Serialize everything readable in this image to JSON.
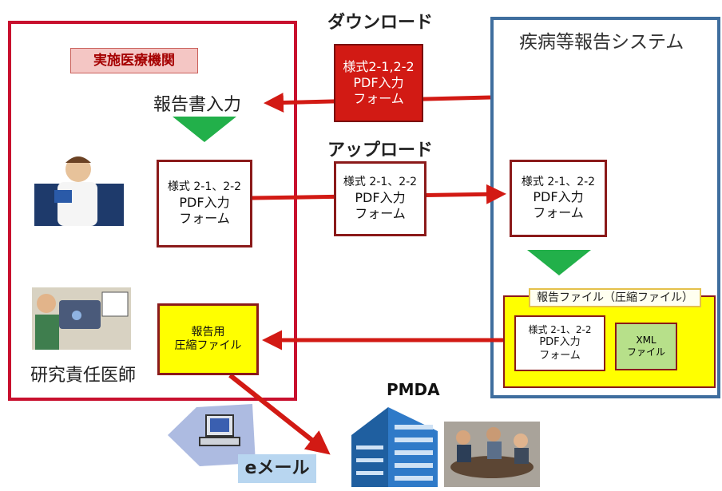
{
  "institution": {
    "title": "実施医療機関",
    "report_entry": "報告書入力",
    "investigator": "研究責任医師"
  },
  "system": {
    "title": "疾病等報告システム"
  },
  "download": {
    "label": "ダウンロード",
    "form_lines": [
      "様式2-1,2-2",
      "PDF入力",
      "フォーム"
    ]
  },
  "upload": {
    "label": "アップロード",
    "form_lines": [
      "様式 2-1、2-2",
      "PDF入力",
      "フォーム"
    ]
  },
  "local_form": {
    "lines": [
      "様式 2-1、2-2",
      "PDF入力",
      "フォーム"
    ]
  },
  "system_form": {
    "lines": [
      "様式 2-1、2-2",
      "PDF入力",
      "フォーム"
    ]
  },
  "report_file": {
    "title": "報告ファイル（圧縮ファイル）",
    "form_lines": [
      "様式 2-1、2-2",
      "PDF入力",
      "フォーム"
    ],
    "xml_lines": [
      "XML",
      "ファイル"
    ]
  },
  "compressed_file": {
    "lines": [
      "報告用",
      "圧縮ファイル"
    ]
  },
  "email": {
    "label": "eメール"
  },
  "pmda": {
    "label": "PMDA"
  },
  "colors": {
    "red": "#d21a14",
    "dark_red": "#8b1a1a",
    "blue_border": "#3f6e9e",
    "green_arrow": "#22b04a",
    "yellow": "#ffff00"
  }
}
